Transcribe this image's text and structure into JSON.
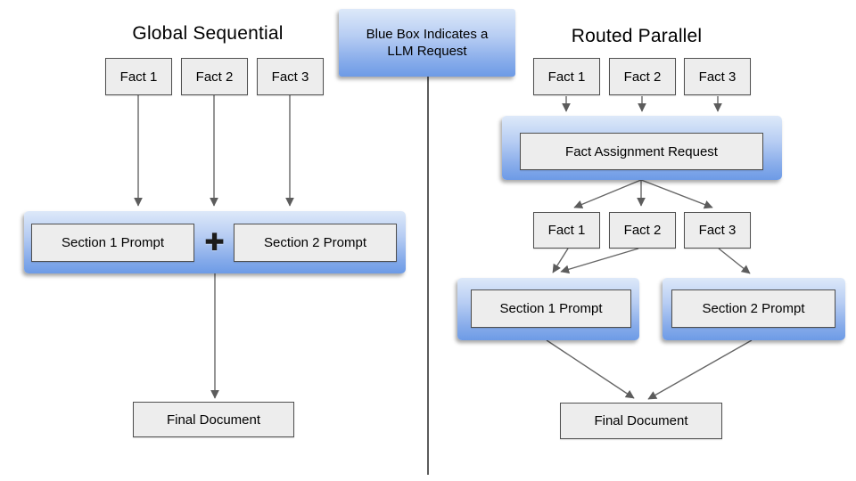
{
  "legend": {
    "line1": "Blue Box Indicates a",
    "line2": "LLM Request"
  },
  "left": {
    "title": "Global Sequential",
    "facts": [
      "Fact 1",
      "Fact 2",
      "Fact 3"
    ],
    "section1_label": "Section 1 Prompt",
    "plus_symbol": "✚",
    "section2_label": "Section 2 Prompt",
    "final_label": "Final Document"
  },
  "right": {
    "title": "Routed Parallel",
    "facts_top": [
      "Fact 1",
      "Fact 2",
      "Fact 3"
    ],
    "assignment_label": "Fact Assignment Request",
    "facts_mid": [
      "Fact 1",
      "Fact 2",
      "Fact 3"
    ],
    "section1_label": "Section 1 Prompt",
    "section2_label": "Section 2 Prompt",
    "final_label": "Final Document"
  },
  "colors": {
    "llm_box_top": "#dde9f9",
    "llm_box_bottom": "#6d9be6",
    "node_fill": "#ededed",
    "node_border": "#4f4f4f",
    "connector": "#666666"
  }
}
